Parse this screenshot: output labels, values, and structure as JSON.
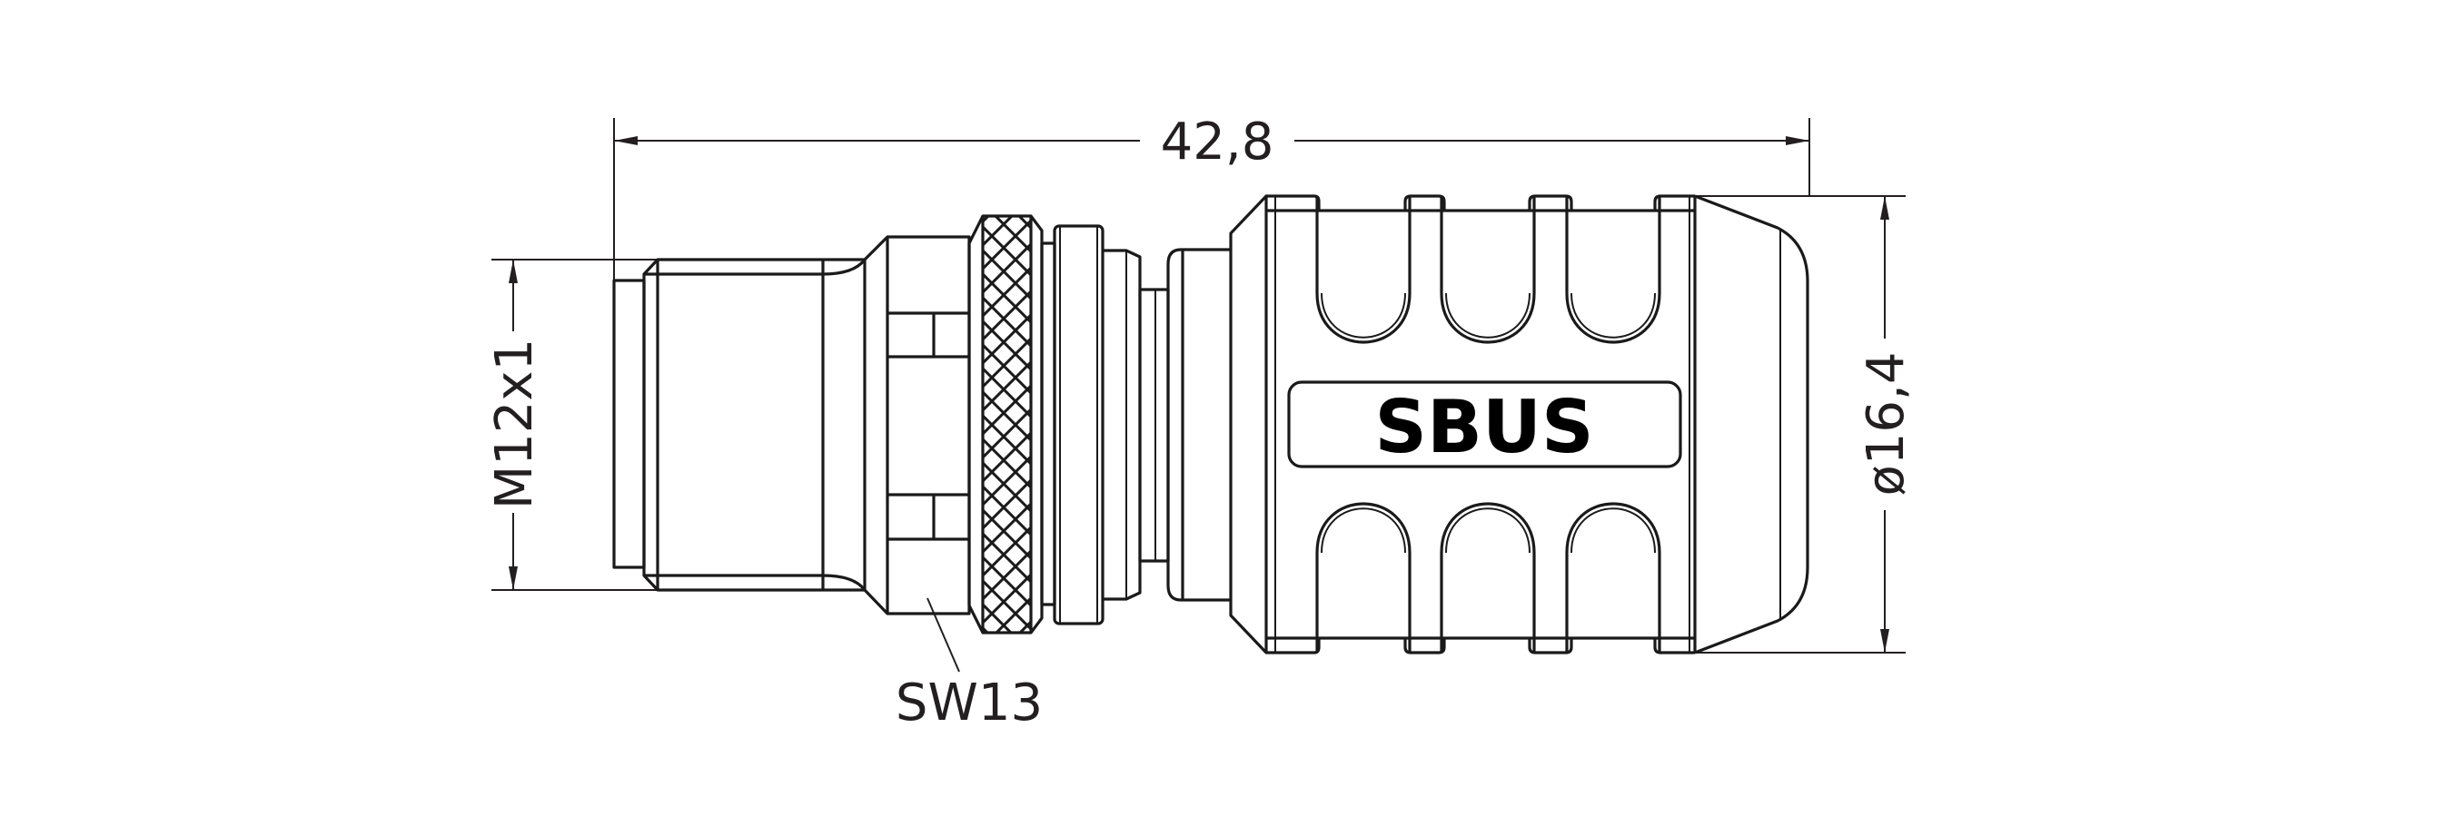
{
  "drawing": {
    "overall_length_label": "42,8",
    "thread_label": "M12x1",
    "diameter_label": "ø16,4",
    "wrench_size_label": "SW13",
    "product_label": "SBUS"
  },
  "colors": {
    "line": "#1a1a1a",
    "dimension": "#231f20",
    "background": "#ffffff"
  }
}
